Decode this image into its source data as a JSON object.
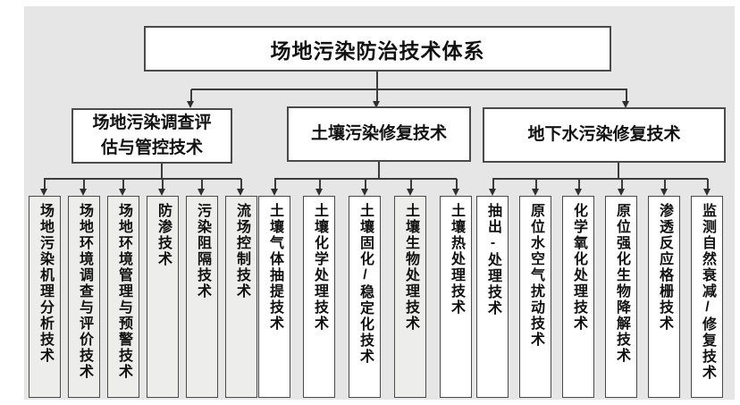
{
  "diagram": {
    "title": "场地污染防治技术体系",
    "branches": [
      {
        "label": "场地污染调查评估与管控技术",
        "lines": [
          "场地污染调查评",
          "估与管控技术"
        ],
        "children": [
          {
            "label": "场地污染机理分析技术"
          },
          {
            "label": "场地环境调查与评价技术"
          },
          {
            "label": "场地环境管理与预警技术"
          },
          {
            "label": "防渗技术"
          },
          {
            "label": "污染阻隔技术"
          },
          {
            "label": "流场控制技术"
          }
        ]
      },
      {
        "label": "土壤污染修复技术",
        "lines": [
          "土壤污染修复技术"
        ],
        "children": [
          {
            "label": "土壤气体抽提技术"
          },
          {
            "label": "土壤化学处理技术"
          },
          {
            "label": "土壤固化/稳定化技术"
          },
          {
            "label": "土壤生物处理技术"
          },
          {
            "label": "土壤热处理技术"
          }
        ]
      },
      {
        "label": "地下水污染修复技术",
        "lines": [
          "地下水污染修复技术"
        ],
        "children": [
          {
            "label": "抽出-处理技术"
          },
          {
            "label": "原位水空气扰动技术"
          },
          {
            "label": "化学氧化处理技术"
          },
          {
            "label": "原位强化生物降解技术"
          },
          {
            "label": "渗透反应格栅技术"
          },
          {
            "label": "监测自然衰减/修复技术"
          }
        ]
      }
    ],
    "colors": {
      "panel_background": "#e5e6e5",
      "box_border": "#4a4a4a",
      "box_fill_white": "#ffffff",
      "box_fill_gray": "#ededec",
      "connector": "#3c3c3c",
      "text": "#111111"
    }
  }
}
